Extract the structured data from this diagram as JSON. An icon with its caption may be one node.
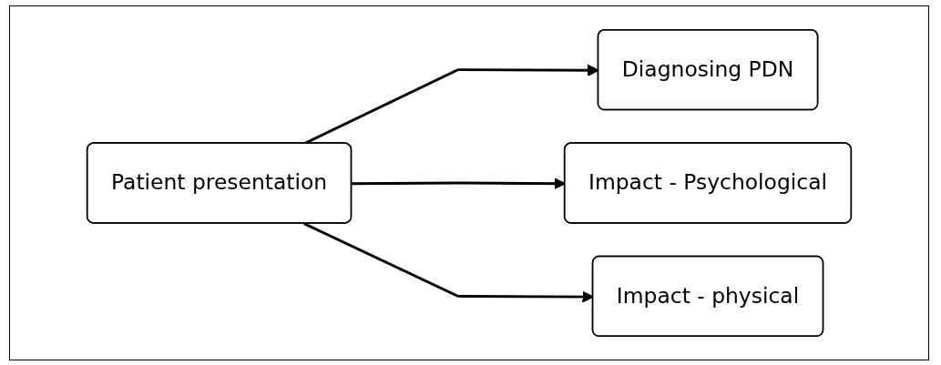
{
  "diagram": {
    "nodes": [
      {
        "text": [
          "Patient presentation"
        ]
      },
      {
        "text": [
          "Diagnosing PDN"
        ]
      },
      {
        "text": [
          "Impact - Psychological"
        ]
      },
      {
        "text": [
          "Impact - physical"
        ]
      }
    ],
    "edges": [
      {
        "from": 0,
        "to": 1,
        "arrow": "to"
      },
      {
        "from": 0,
        "to": 2,
        "arrow": "to"
      },
      {
        "from": 0,
        "to": 3,
        "arrow": "to"
      }
    ]
  }
}
